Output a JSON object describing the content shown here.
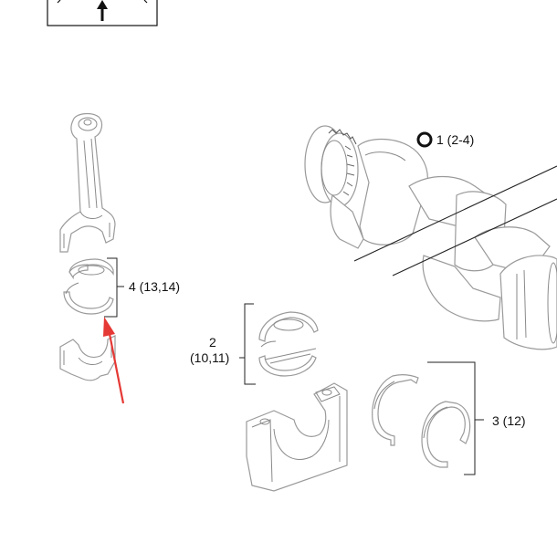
{
  "labels": {
    "crankshaft": "1 (2-4)",
    "conrod_bearing": "4 (13,14)",
    "main_bearing_top": "2",
    "main_bearing_bottom": "(10,11)",
    "thrust_washer": "3 (12)"
  },
  "colors": {
    "line": "#9a9a9a",
    "ink": "#111111",
    "arrow": "#e53935",
    "background": "#ffffff"
  },
  "icons": {
    "nav_box": "up-arrow-icon",
    "crankshaft_marker": "o-ring-icon"
  }
}
